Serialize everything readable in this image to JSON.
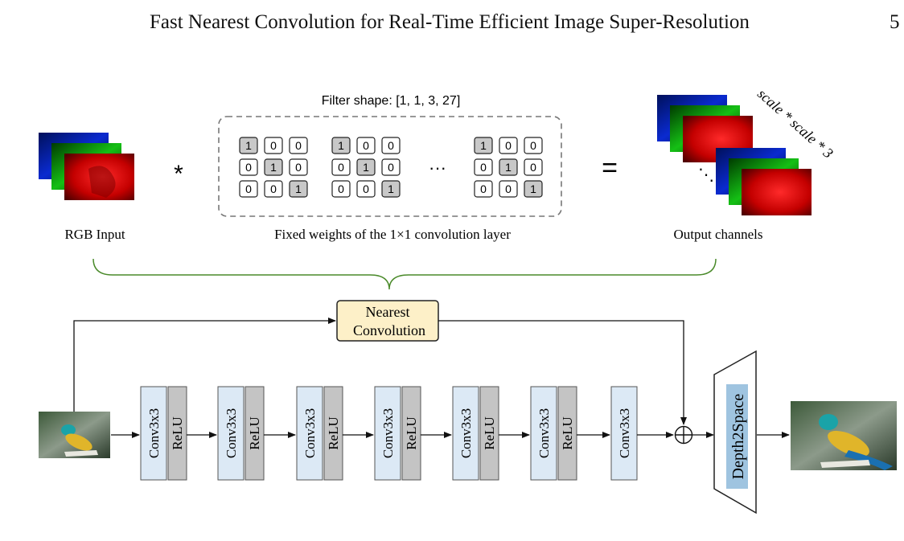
{
  "header": {
    "title": "Fast Nearest Convolution for Real-Time Efficient Image Super-Resolution",
    "page_number": "5"
  },
  "top_panel": {
    "filter_shape": "Filter shape: [1, 1, 3, 27]",
    "rgb_label": "RGB Input",
    "fixed_weights_label": "Fixed weights of the 1×1 convolution layer",
    "output_label": "Output channels",
    "scale_label": "scale * scale * 3",
    "operator_multiply": "*",
    "operator_equals": "=",
    "ellipsis": "···",
    "output_ellipsis": "⋱",
    "matrix_cells": [
      [
        "1",
        "0",
        "0"
      ],
      [
        "0",
        "1",
        "0"
      ],
      [
        "0",
        "0",
        "1"
      ]
    ],
    "highlight_color": "#c8c8c8"
  },
  "pipeline": {
    "nearest_conv": [
      "Nearest",
      "Convolution"
    ],
    "nearest_conv_color": "#fdf0c8",
    "conv_label": "Conv3x3",
    "relu_label": "ReLU",
    "conv_color": "#dce9f5",
    "relu_color": "#c4c4c4",
    "depth2space_label": "Depth2Space",
    "plus_symbol": "⊕",
    "bracket_color": "#4a8a2a"
  }
}
